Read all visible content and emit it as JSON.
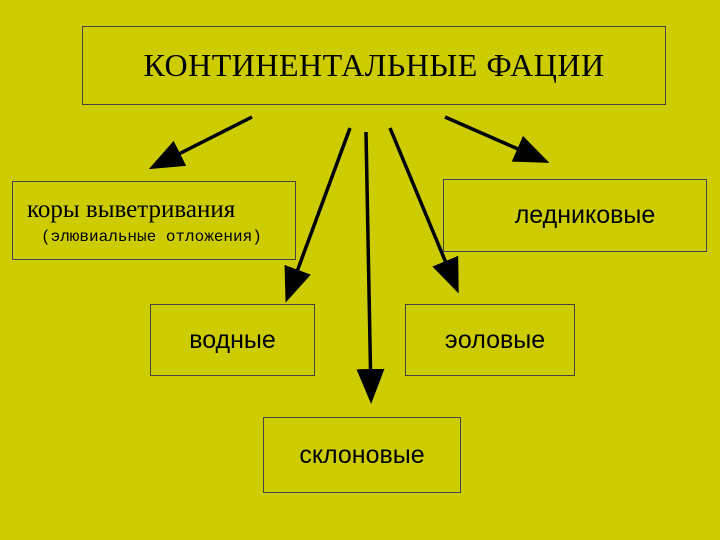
{
  "title": "КОНТИНЕНТАЛЬНЫЕ ФАЦИИ",
  "nodes": {
    "weathering": {
      "label": "коры выветривания",
      "sublabel": "(элювиальные отложения)"
    },
    "glacial": {
      "label": "ледниковые"
    },
    "water": {
      "label": "водные"
    },
    "aeolian": {
      "label": "эоловые"
    },
    "slope": {
      "label": "склоновые"
    }
  },
  "colors": {
    "background": "#cccc00",
    "arrow": "#000000",
    "border": "#444444"
  }
}
